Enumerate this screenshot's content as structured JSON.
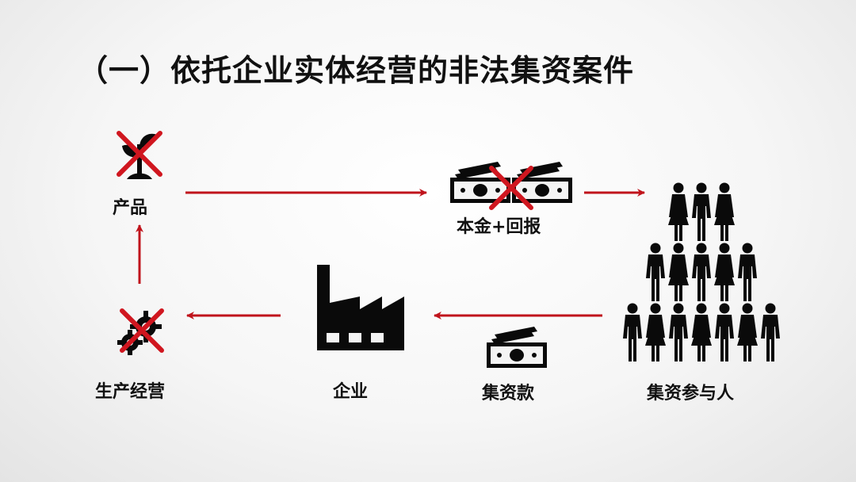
{
  "title": "（一）依托企业实体经营的非法集资案件",
  "nodes": {
    "product": "产品",
    "principal_return": "本金+回报",
    "participants": "集资参与人",
    "funds": "集资款",
    "enterprise": "企业",
    "operation": "生产经营"
  },
  "colors": {
    "arrow": "#c0141c",
    "cross": "#d0161f",
    "icon": "#0a0a0a"
  },
  "icons": [
    "plant-icon",
    "money-icon",
    "people-pyramid-icon",
    "money-icon",
    "factory-icon",
    "gear-icon",
    "cross-icon"
  ]
}
